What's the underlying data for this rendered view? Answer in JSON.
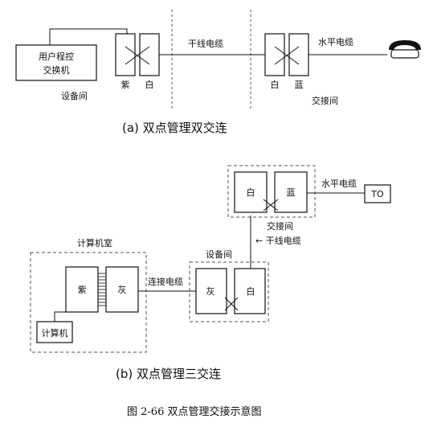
{
  "diagram_a": {
    "pbx_label_1": "用户程控",
    "pbx_label_2": "交换机",
    "equipment_room": "设备间",
    "purple": "紫",
    "white_left": "白",
    "trunk_cable": "干线电缆",
    "white_right": "白",
    "blue": "蓝",
    "horizontal_cable": "水平电缆",
    "cross_connect_room": "交接间",
    "caption": "(a) 双点管理双交连"
  },
  "diagram_b": {
    "computer_room": "计算机室",
    "purple": "紫",
    "gray_left": "灰",
    "computer": "计算机",
    "connect_cable": "连接电缆",
    "equipment_room": "设备间",
    "gray_right": "灰",
    "white_lower": "白",
    "trunk_cable": "← 干线电缆",
    "cross_connect_room": "交接间",
    "white_upper": "白",
    "blue": "蓝",
    "horizontal_cable": "水平电缆",
    "outlet": "TO",
    "caption": "(b) 双点管理三交连"
  },
  "figure_caption": "图 2-66  双点管理交接示意图"
}
